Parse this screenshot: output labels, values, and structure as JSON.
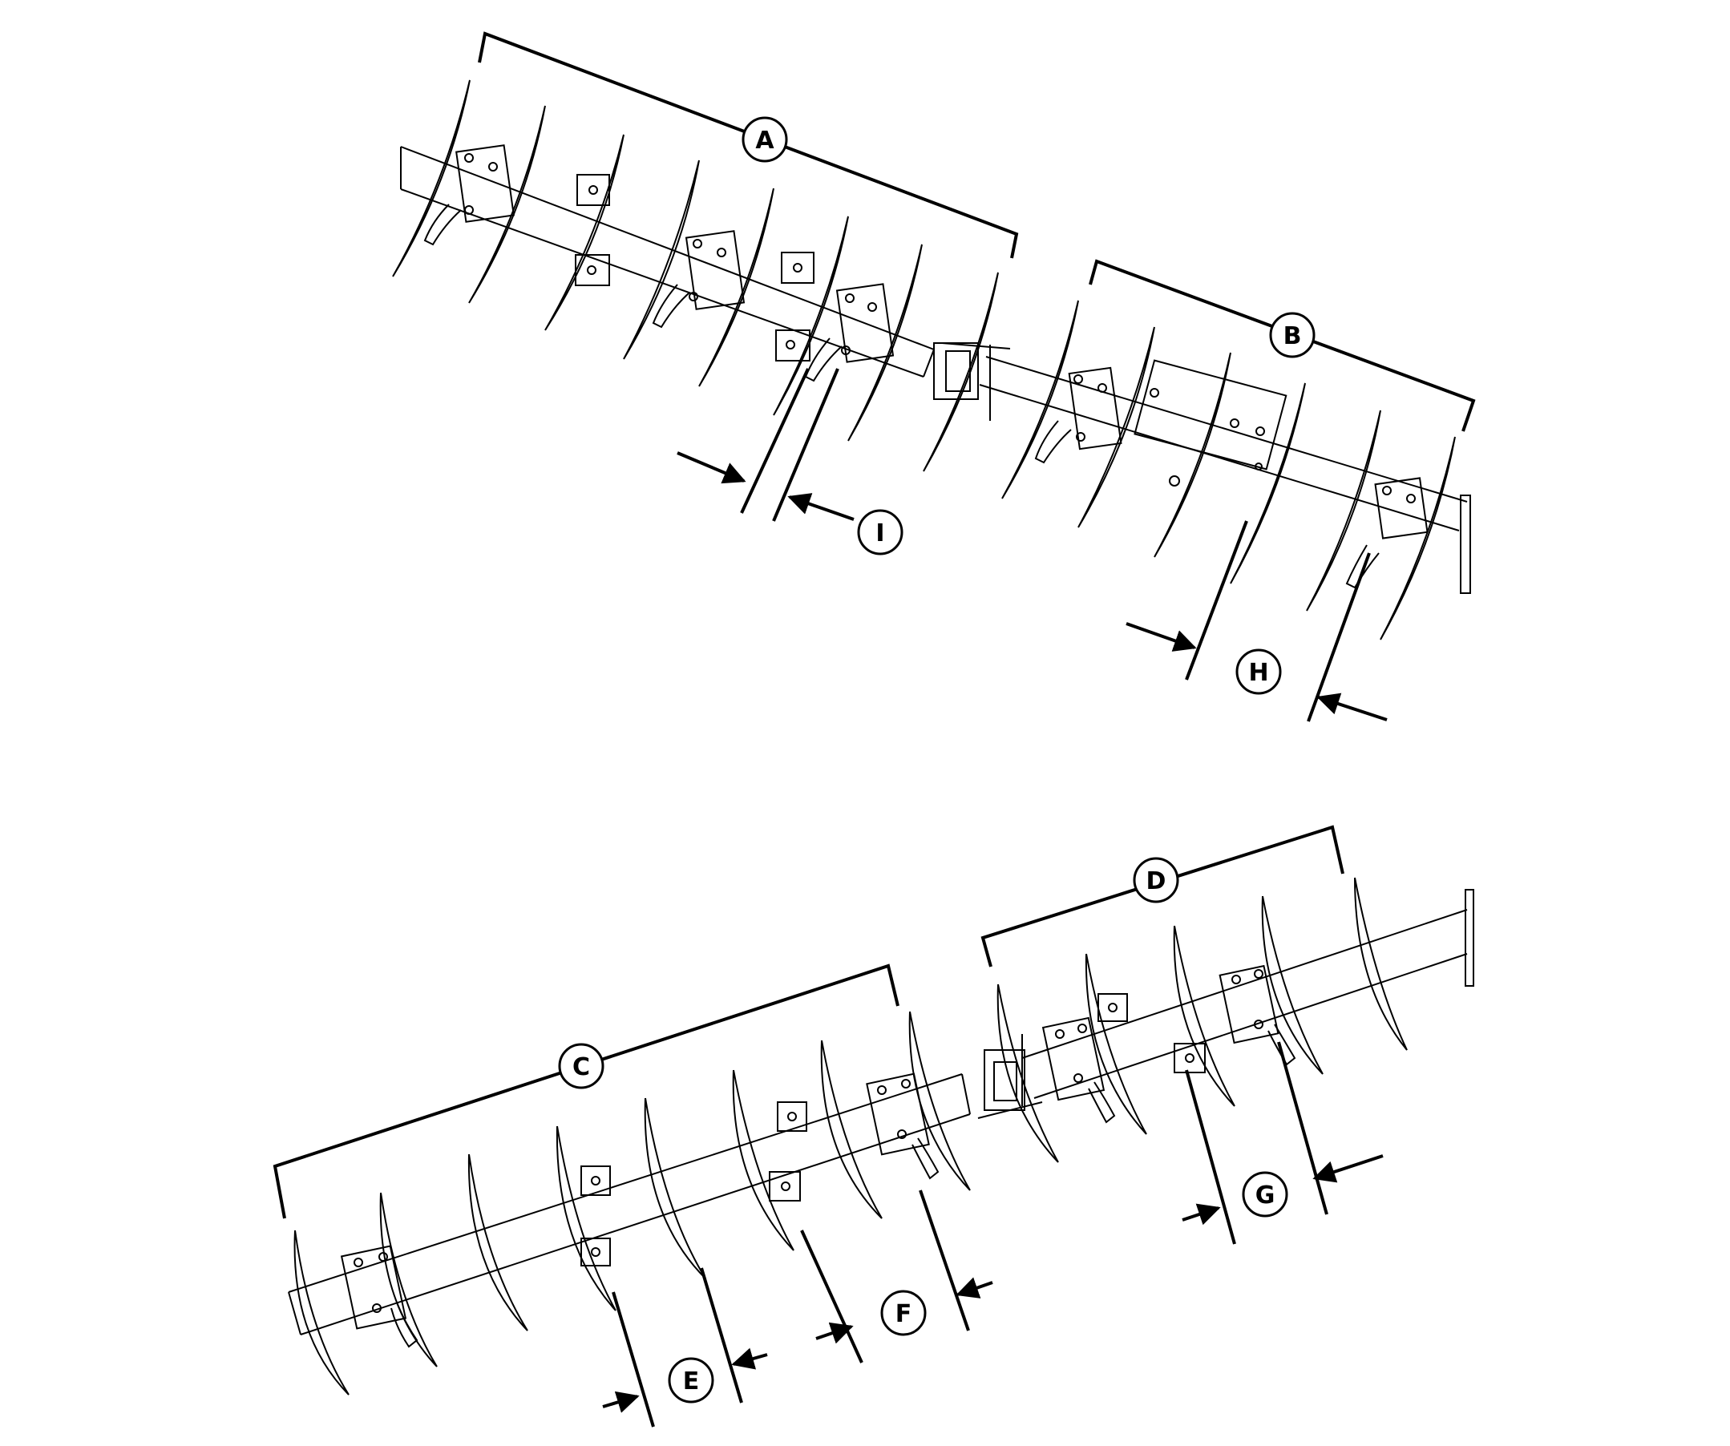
{
  "diagram": {
    "type": "technical-line-drawing",
    "subject": "disk gang assemblies with spacing callouts",
    "ink_color": "#000000",
    "background_color": "#ffffff",
    "callouts": {
      "A": "A",
      "B": "B",
      "C": "C",
      "D": "D",
      "E": "E",
      "F": "F",
      "G": "G",
      "H": "H",
      "I": "I"
    }
  }
}
